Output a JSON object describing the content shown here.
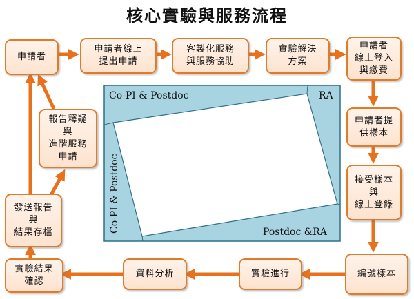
{
  "title": "核心實驗與服務流程",
  "colors": {
    "box_border": "#e07b2a",
    "arrow": "#e8711d",
    "panel_fill": "#a8d4e2",
    "panel_border": "#2e6f88"
  },
  "steps": {
    "apply": "申請者",
    "online": "申請者線上\n提出申請",
    "custom": "客製化服務\n與服務協助",
    "solution": "實驗解決\n方案",
    "login_pay": "申請者\n線上登入\n與繳費",
    "provide": "申請者提\n供樣本",
    "receive": "接受樣本\n與\n線上登錄",
    "number": "編號樣本",
    "run": "實驗進行",
    "analysis": "資料分析",
    "confirm": "實驗結果\n確認",
    "send": "發送報告\n與\n結果存檔",
    "explain": "報告釋疑\n與\n進階服務\n申請"
  },
  "panel": {
    "top_left": "Co-PI & Postdoc",
    "top_right": "RA",
    "left": "Co-PI & Postdoc",
    "bottom_right": "Postdoc &RA"
  }
}
